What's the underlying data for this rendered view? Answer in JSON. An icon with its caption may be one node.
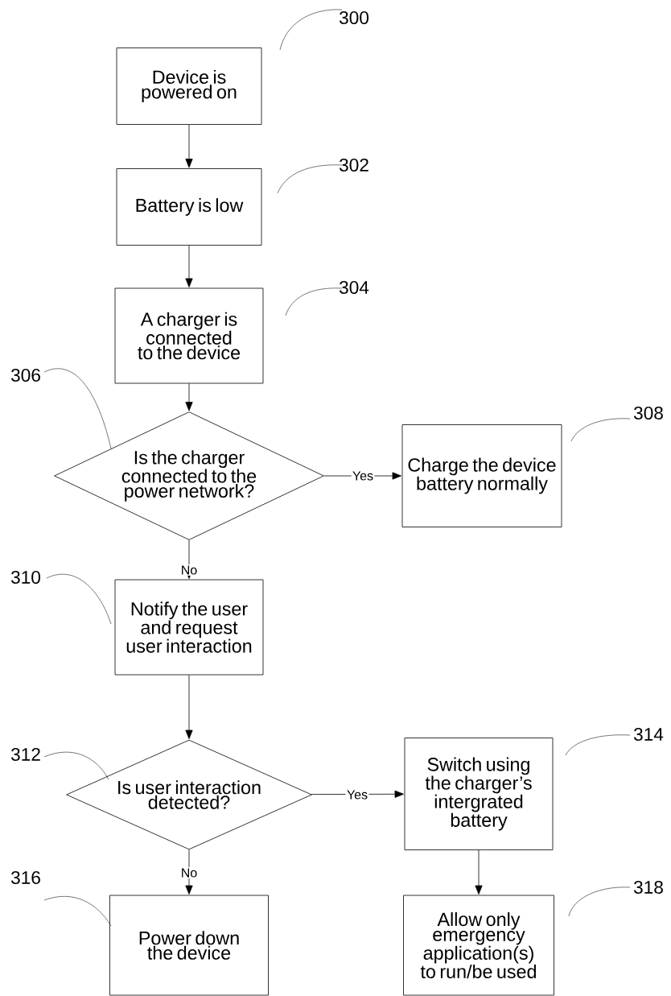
{
  "diagram": {
    "nodes": [
      {
        "text": [
          "Device is powered on"
        ]
      },
      {
        "text": [
          "Battery is low"
        ]
      },
      {
        "text": [
          "A charger is connected to the device"
        ]
      },
      {
        "text": [
          "Is the charger connected to the power network?"
        ]
      },
      {
        "text": [
          "Charge the device battery normally"
        ]
      },
      {
        "text": [
          "Notify the user and request user interaction"
        ]
      },
      {
        "text": [
          "Is user interaction detected?"
        ]
      },
      {
        "text": [
          "Switch using the charger’s intergrated battery"
        ]
      },
      {
        "text": [
          "Power down the device"
        ]
      },
      {
        "text": [
          "Allow only emergency application(s) to run/be used"
        ]
      },
      {
        "text": [
          "300"
        ]
      },
      {
        "text": [
          "302"
        ]
      },
      {
        "text": [
          "304"
        ]
      },
      {
        "text": [
          "306"
        ]
      },
      {
        "text": [
          "308"
        ]
      },
      {
        "text": [
          "310"
        ]
      },
      {
        "text": [
          "312"
        ]
      },
      {
        "text": [
          "314"
        ]
      },
      {
        "text": [
          "316"
        ]
      },
      {
        "text": [
          "318"
        ]
      }
    ],
    "edges": [
      {
        "from": 0,
        "to": 1,
        "arrow": "to"
      },
      {
        "from": 1,
        "to": 2,
        "arrow": "to"
      },
      {
        "from": 2,
        "to": 3,
        "arrow": "to"
      },
      {
        "from": 3,
        "to": 4,
        "arrow": "to",
        "label": "Yes"
      },
      {
        "from": 3,
        "to": 5,
        "arrow": "to",
        "label": "No"
      },
      {
        "from": 5,
        "to": 6,
        "arrow": "to"
      },
      {
        "from": 6,
        "to": 7,
        "arrow": "to",
        "label": "Yes"
      },
      {
        "from": 6,
        "to": 8,
        "arrow": "to",
        "label": "No"
      },
      {
        "from": 7,
        "to": 9,
        "arrow": "to"
      },
      {
        "from": 10,
        "to": 0,
        "arrow": "none"
      },
      {
        "from": 11,
        "to": 1,
        "arrow": "none"
      },
      {
        "from": 12,
        "to": 2,
        "arrow": "none"
      },
      {
        "from": 13,
        "to": 3,
        "arrow": "none"
      },
      {
        "from": 14,
        "to": 4,
        "arrow": "none"
      },
      {
        "from": 15,
        "to": 5,
        "arrow": "none"
      },
      {
        "from": 16,
        "to": 6,
        "arrow": "none"
      },
      {
        "from": 17,
        "to": 7,
        "arrow": "none"
      },
      {
        "from": 18,
        "to": 8,
        "arrow": "none"
      },
      {
        "from": 19,
        "to": 9,
        "arrow": "none"
      }
    ]
  }
}
